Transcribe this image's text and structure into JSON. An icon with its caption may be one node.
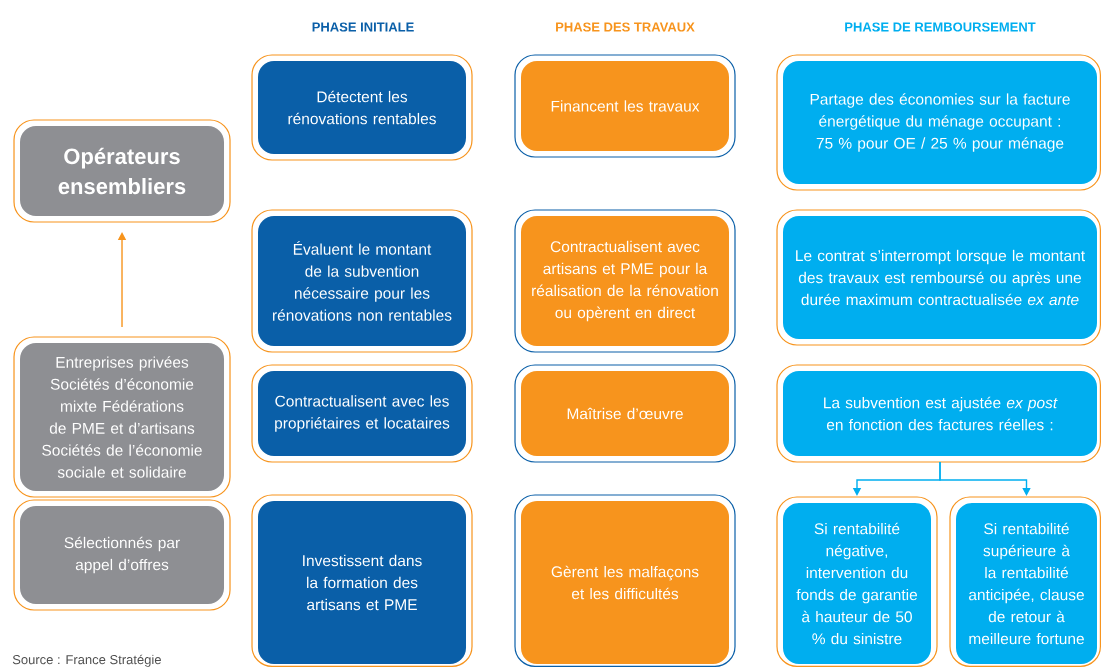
{
  "diagram": {
    "nodes": [
      {
        "text": [
          "Opérateurs ensembliers"
        ]
      },
      {
        "text": [
          "Entreprises privées Sociétés d’économie mixte Fédérations de PME et d’artisans Sociétés de l’économie sociale et solidaire"
        ]
      },
      {
        "text": [
          "Sélectionnés par appel d’offres"
        ]
      },
      {
        "text": [
          "Détectent les rénovations rentables"
        ]
      },
      {
        "text": [
          "Évaluent le montant de la subvention nécessaire pour les rénovations non rentables"
        ]
      },
      {
        "text": [
          "Contractualisent avec les propriétaires et locataires"
        ]
      },
      {
        "text": [
          "Investissent dans la formation des artisans et PME"
        ]
      },
      {
        "text": [
          "Financent les travaux"
        ]
      },
      {
        "text": [
          "Contractualisent avec artisans et PME pour la réalisation de la rénovation ou opèrent en direct"
        ]
      },
      {
        "text": [
          "Maîtrise d’œuvre"
        ]
      },
      {
        "text": [
          "Gèrent les malfaçons et les difficultés"
        ]
      },
      {
        "text": [
          "Partage des économies sur la facture énergétique du ménage occupant : 75 % pour OE / 25 % pour ménage"
        ]
      },
      {
        "text": [
          "Le contrat s’interrompt lorsque le montant des travaux est remboursé ou après une durée maximum contractualisée *ex ante*"
        ]
      },
      {
        "text": [
          "La subvention est ajustée *ex post* en fonction des factures réelles :"
        ]
      },
      {
        "text": [
          "Si rentabilité négative, intervention du fonds de garantie à hauteur de 50 % du sinistre"
        ]
      },
      {
        "text": [
          "Si rentabilité supérieure à la rentabilité anticipée, clause de retour à meilleure fortune"
        ]
      }
    ],
    "edges": [
      {
        "from": 1,
        "to": 0,
        "arrow": "to",
        "color": "#f7941d"
      },
      {
        "from": 13,
        "to": 14,
        "arrow": "to",
        "color": "#00aeef"
      },
      {
        "from": 13,
        "to": 15,
        "arrow": "to",
        "color": "#00aeef"
      }
    ],
    "labels": [
      "PHASE INITIALE",
      "PHASE DES TRAVAUX",
      "PHASE DE REMBOURSEMENT",
      "Source : France Stratégie"
    ]
  }
}
